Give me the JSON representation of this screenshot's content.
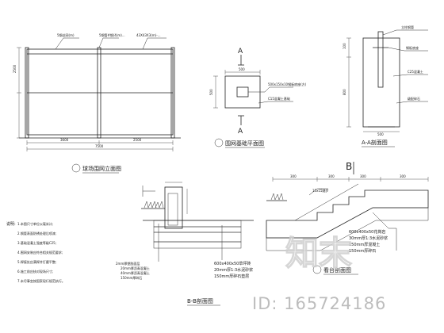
{
  "fence_elevation": {
    "title": "球场围网立面图",
    "annotations": [
      "5钢丝网(m)",
      "5钢管#钢/4(m)...",
      "43X43X3(m)-..."
    ],
    "dims": [
      "2500",
      "3600",
      "7500",
      "2500"
    ]
  },
  "section_a": {
    "marker": "A",
    "title": "围网基础平面图",
    "annotations": [
      "500x150x10钢板底座(方)",
      "C15混凝土基础"
    ],
    "dims": [
      "500",
      "500"
    ]
  },
  "section_aa": {
    "title": "A-A剖面图",
    "annotations": [
      "立柱钢管",
      "钢板底座",
      "C25混凝土",
      "级配碎石"
    ],
    "dims": [
      "100",
      "800",
      "500"
    ]
  },
  "section_bb": {
    "title": "B-B剖面图",
    "annotations": [
      "2mm厚塑胶面层",
      "20mm厚沥青混凝土",
      "40mm厚沥青混凝土",
      "150mm厚碎石",
      "600x400x50草坪砖",
      "20mm厚1:3水泥砂浆",
      "150mm厚碎石垫层"
    ]
  },
  "section_stair": {
    "marker": "B",
    "title": "看台剖面图",
    "annotations": [
      "15x15踏步",
      "600x400x50花岗岩",
      "30mm厚1:3水泥砂浆",
      "150mm厚混凝土",
      "150mm厚碎石"
    ],
    "dims": [
      "300",
      "300",
      "300",
      "300"
    ]
  },
  "notes": {
    "label": "说明:",
    "items": [
      "1.本图尺寸单位以毫米计;",
      "2.钢管表面防锈处理后喷漆;",
      "3.基础混凝土强度等级C25;",
      "4.围网安装应符合相关规范要求;",
      "5.焊接处应满焊并打磨平整;",
      "6.施工前应核对现场尺寸;",
      "7.未尽事宜按国家现行规范执行。"
    ]
  },
  "watermark": {
    "logo": "知末",
    "id": "ID: 165724186"
  },
  "colors": {
    "line": "#222222",
    "watermark": "#bdbdbd",
    "background": "#ffffff"
  }
}
